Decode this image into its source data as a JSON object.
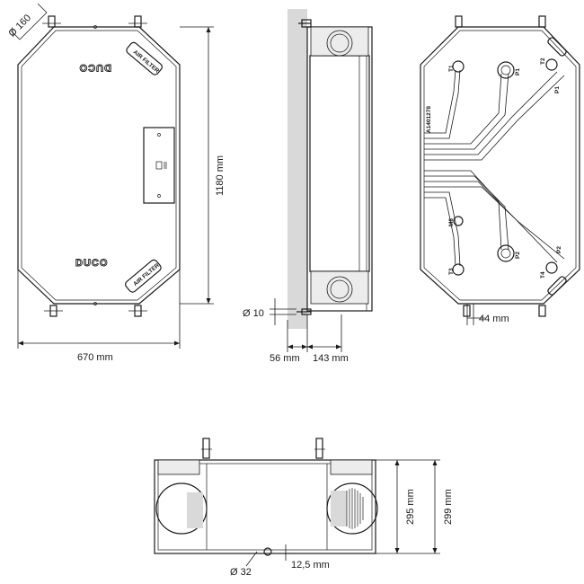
{
  "front_view": {
    "diameter_label": "Ø 160",
    "height_label": "1180 mm",
    "width_label": "670 mm",
    "logo_top": "DUCO",
    "logo_bottom": "DUCO",
    "filter_top": "AIR FILTER",
    "filter_bottom": "AIR FILTER"
  },
  "side_view": {
    "bolt_label": "Ø 10",
    "wall_gap_label": "56 mm",
    "depth_label": "143 mm"
  },
  "rear_view": {
    "serial": "A1401278",
    "port_t1": "T1",
    "port_t2": "T2",
    "port_t3": "T3",
    "port_t4": "T4",
    "port_p1a": "P1",
    "port_p1b": "P1",
    "port_p2a": "P2",
    "port_p2b": "P2",
    "port_m8": "M8",
    "bracket_label": "44 mm"
  },
  "bottom_view": {
    "height_inner_label": "295 mm",
    "height_outer_label": "299 mm",
    "drain_label": "Ø 32",
    "drain_offset_label": "12,5 mm"
  }
}
